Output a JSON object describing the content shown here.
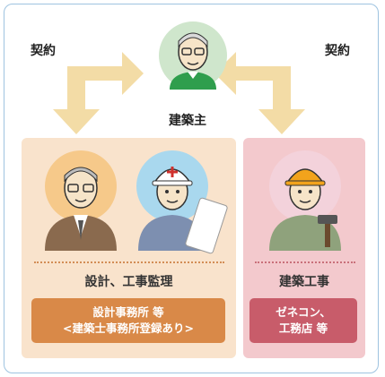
{
  "contract_left": "契約",
  "contract_right": "契約",
  "client_label": "建築主",
  "design_role": "設計、工事監理",
  "construction_role": "建築工事",
  "design_org_line1": "設計事務所 等",
  "design_org_line2": "<建築士事務所登録あり>",
  "construction_org_line1": "ゼネコン、",
  "construction_org_line2": "工務店 等",
  "colors": {
    "arrow": "#f3dca6",
    "design_panel": "#f9e3cc",
    "construction_panel": "#f3c9cd",
    "design_box": "#d98948",
    "construction_box": "#c85c6a"
  }
}
